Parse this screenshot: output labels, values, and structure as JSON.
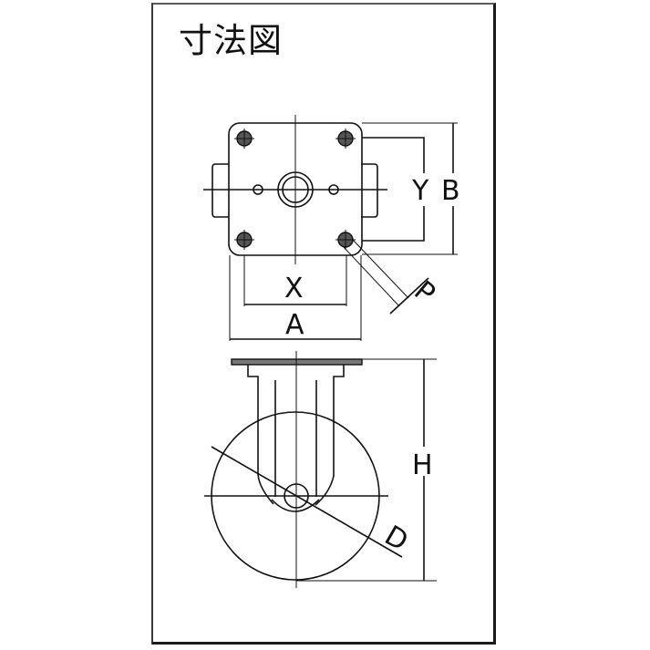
{
  "title": "寸法図",
  "drawing": {
    "type": "caster-dimension-drawing",
    "top_view": {
      "labels": {
        "x": "X",
        "a": "A",
        "y": "Y",
        "b": "B",
        "p": "P"
      }
    },
    "side_view": {
      "labels": {
        "h": "H",
        "d": "D"
      }
    }
  },
  "colors": {
    "line": "#111111",
    "frame": "#1a1a1a",
    "background": "#ffffff"
  }
}
